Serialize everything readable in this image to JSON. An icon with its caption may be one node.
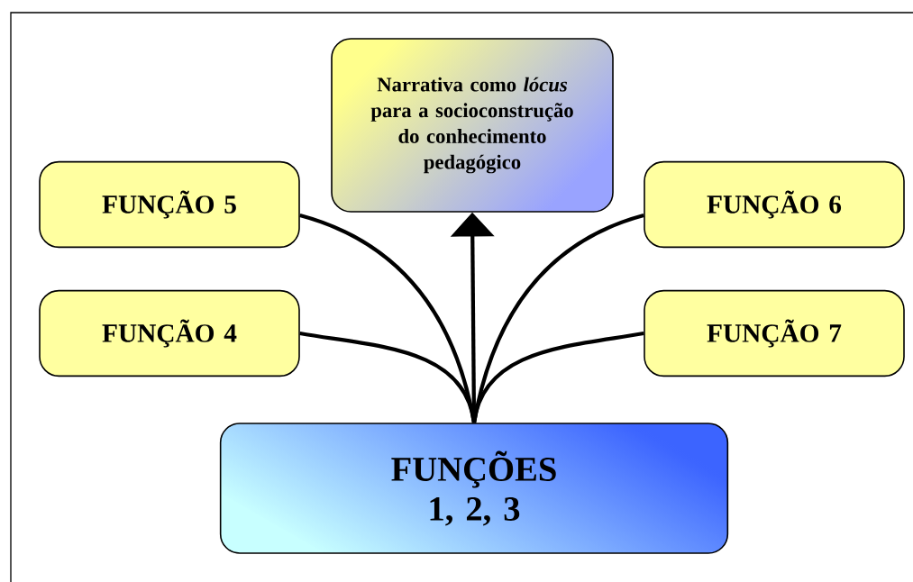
{
  "diagram": {
    "nodes": [
      {
        "text": [
          "Narrativa como *lócus* para a socioconstrução do conhecimento pedagógico"
        ]
      },
      {
        "text": [
          "FUNÇÃO 5"
        ]
      },
      {
        "text": [
          "FUNÇÃO 6"
        ]
      },
      {
        "text": [
          "FUNÇÃO 4"
        ]
      },
      {
        "text": [
          "FUNÇÃO 7"
        ]
      },
      {
        "text": [
          "FUNÇÕES 1, 2, 3"
        ]
      }
    ],
    "edges": [
      {
        "from": 5,
        "to": 0,
        "arrow": "to"
      },
      {
        "from": 5,
        "to": 1,
        "arrow": "none"
      },
      {
        "from": 5,
        "to": 2,
        "arrow": "none"
      },
      {
        "from": 5,
        "to": 3,
        "arrow": "none"
      },
      {
        "from": 5,
        "to": 4,
        "arrow": "none"
      }
    ]
  }
}
